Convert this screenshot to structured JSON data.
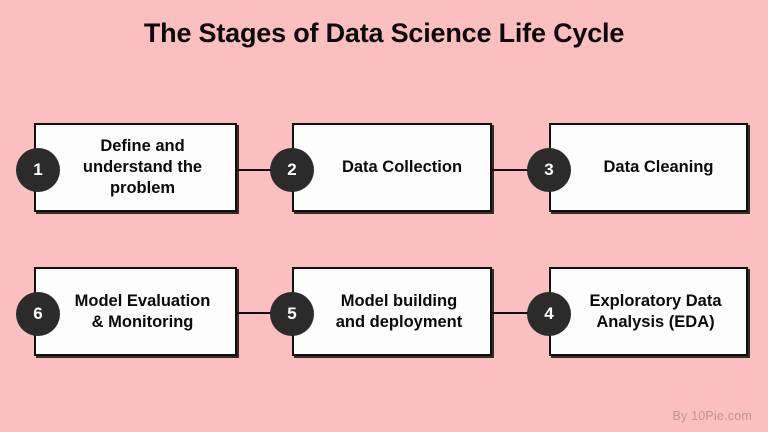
{
  "page": {
    "title": "The Stages of Data Science Life Cycle",
    "background_color": "#fbbfbf",
    "box_fill_color": "#fdfdfd",
    "box_border_color": "#101010",
    "badge_color": "#2b2b2b",
    "badge_text_color": "#ffffff",
    "text_color": "#0a0a0a"
  },
  "footer": {
    "credit": "By 10Pie.com",
    "color": "#c39494"
  },
  "stages": [
    {
      "number": "1",
      "label": "Define and\nunderstand the\nproblem",
      "row": 1,
      "column": 1
    },
    {
      "number": "2",
      "label": "Data Collection",
      "row": 1,
      "column": 2
    },
    {
      "number": "3",
      "label": "Data Cleaning",
      "row": 1,
      "column": 3
    },
    {
      "number": "6",
      "label": "Model Evaluation\n& Monitoring",
      "row": 2,
      "column": 1
    },
    {
      "number": "5",
      "label": "Model building\nand deployment",
      "row": 2,
      "column": 2
    },
    {
      "number": "4",
      "label": "Exploratory Data\nAnalysis (EDA)",
      "row": 2,
      "column": 3
    }
  ]
}
